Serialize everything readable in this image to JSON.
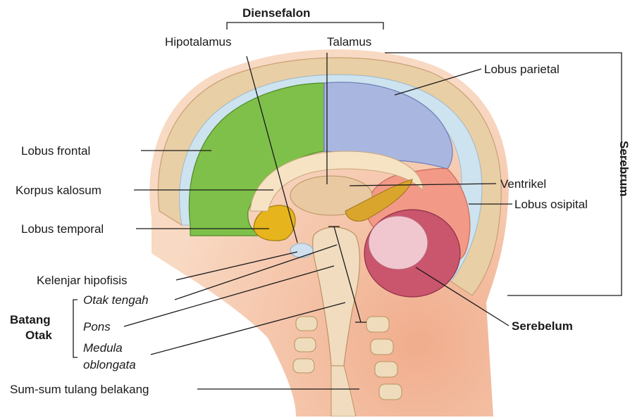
{
  "labels": {
    "diensefalon": "Diensefalon",
    "hipotalamus": "Hipotalamus",
    "talamus": "Talamus",
    "lobus_parietal": "Lobus parietal",
    "serebrum": "Serebrum",
    "lobus_frontal": "Lobus frontal",
    "korpus_kalosum": "Korpus kalosum",
    "ventrikel": "Ventrikel",
    "lobus_temporal": "Lobus temporal",
    "lobus_osipital": "Lobus osipital",
    "kelenjar_hipofisis": "Kelenjar hipofisis",
    "batang_otak_line1": "Batang",
    "batang_otak_line2": "Otak",
    "otak_tengah": "Otak tengah",
    "pons": "Pons",
    "medula_line1": "Medula",
    "medula_line2": "oblongata",
    "serebelum": "Serebelum",
    "sumsum": "Sum-sum tulang belakang"
  },
  "colors": {
    "frontal": "#7fc04a",
    "parietal": "#a9b7e0",
    "osipital": "#f29a87",
    "temporal": "#e6b41c",
    "serebelum": "#c9566d",
    "skin": "#f3b48e",
    "skull": "#e9cfa6",
    "csf": "#cde3ef",
    "spine": "#f2dcc0"
  }
}
